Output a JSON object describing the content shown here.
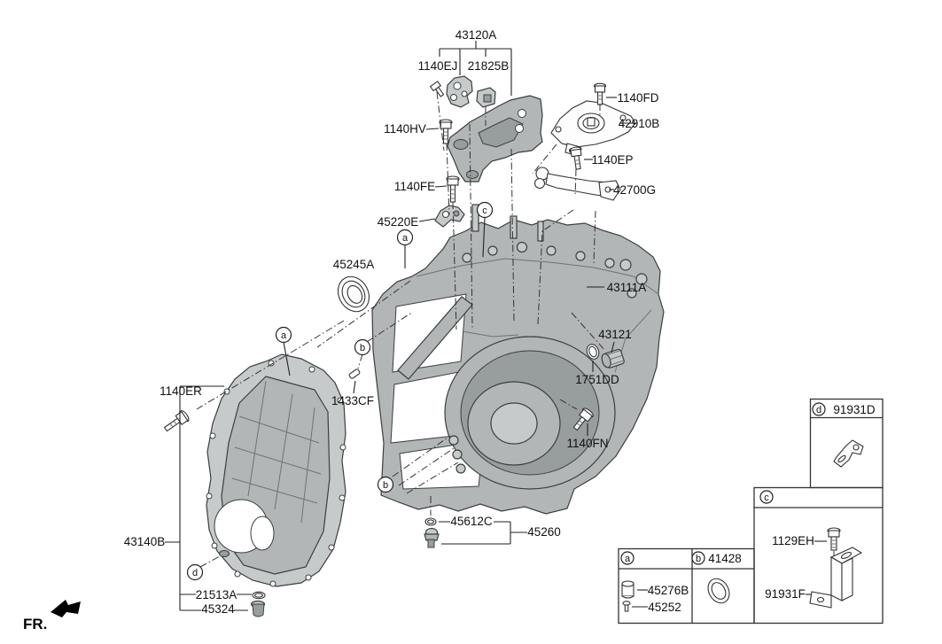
{
  "fr_label": "FR.",
  "callouts": {
    "a": "a",
    "b": "b",
    "c": "c",
    "d": "d"
  },
  "labels": {
    "43120A": "43120A",
    "1140EJ": "1140EJ",
    "21825B": "21825B",
    "1140FD": "1140FD",
    "42910B": "42910B",
    "1140HV": "1140HV",
    "1140EP": "1140EP",
    "42700G": "42700G",
    "1140FE": "1140FE",
    "45220E": "45220E",
    "45245A": "45245A",
    "43111A": "43111A",
    "43121": "43121",
    "1751DD": "1751DD",
    "1433CF": "1433CF",
    "1140ER": "1140ER",
    "1140FN": "1140FN",
    "43140B": "43140B",
    "21513A": "21513A",
    "45324": "45324",
    "45612C": "45612C",
    "45260": "45260",
    "91931D": "91931D",
    "1129EH": "1129EH",
    "91931F": "91931F",
    "41428": "41428",
    "45276B": "45276B",
    "45252": "45252"
  },
  "reference_boxes": {
    "box_a": {
      "callout": "a",
      "parts": [
        "45276B",
        "45252"
      ]
    },
    "box_b": {
      "callout": "b",
      "parts": [
        "41428"
      ]
    },
    "box_c": {
      "callout": "c",
      "parts": [
        "1129EH",
        "91931F"
      ]
    },
    "box_d": {
      "callout": "d",
      "parts": [
        "91931D"
      ]
    }
  },
  "colors": {
    "background": "#ffffff",
    "line": "#1a1a1a",
    "part_light": "#c6caca",
    "part_mid": "#b2b6b6",
    "part_dark": "#989d9d",
    "outline": "#3a3f3f"
  }
}
